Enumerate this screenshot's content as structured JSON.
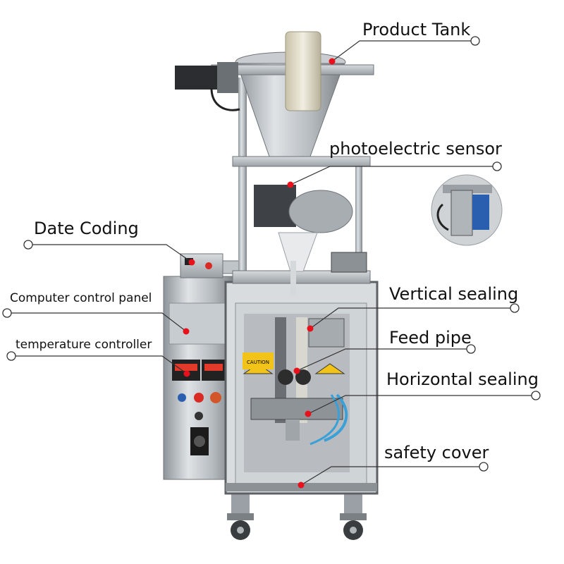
{
  "labels": {
    "product_tank": "Product Tank",
    "photoelectric_sensor": "photoelectric sensor",
    "date_coding": "Date Coding",
    "computer_control_panel": "Computer control panel",
    "temperature_controller": "temperature controller",
    "vertical_sealing": "Vertical sealing",
    "feed_pipe": "Feed pipe",
    "horizontal_sealing": "Horizontal sealing",
    "safety_cover": "safety cover"
  },
  "warning_sign_text": "CAUTION",
  "colors": {
    "marker_dot": "#e8101a",
    "leader_line": "#333333",
    "steel": "#b9bec3"
  }
}
